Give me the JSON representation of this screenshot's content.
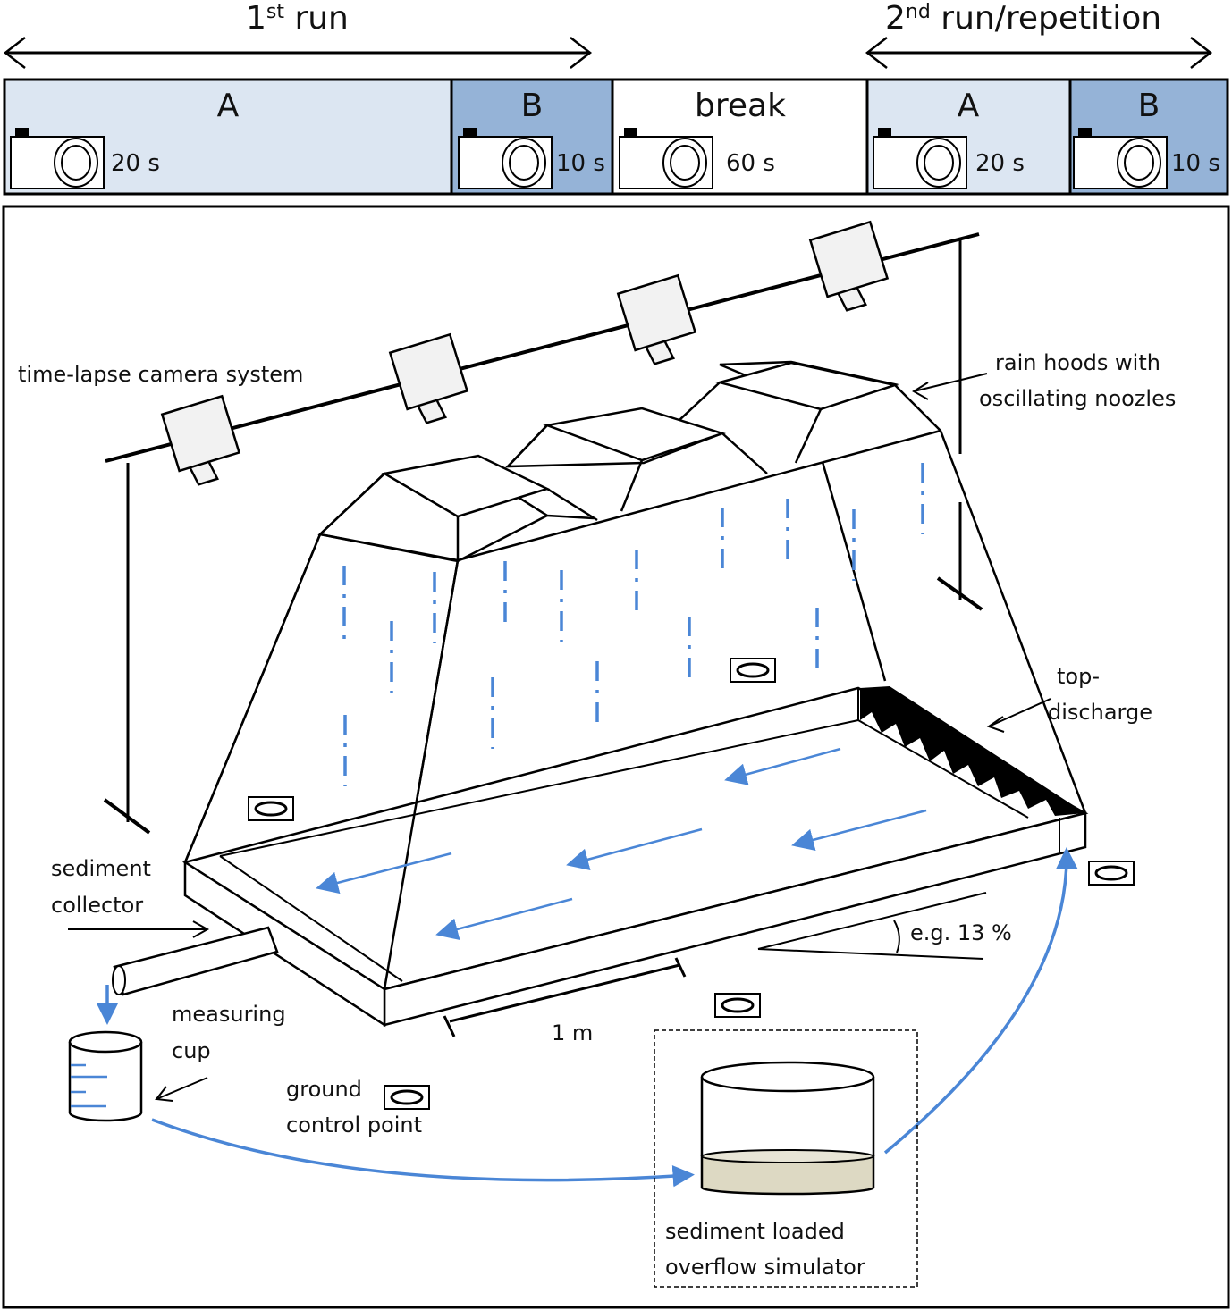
{
  "timeline": {
    "run1_label": "1",
    "run1_sup": "st",
    "run1_suffix": " run",
    "run2_label": "2",
    "run2_sup": "nd",
    "run2_suffix": " run/repetition",
    "phases": [
      {
        "name": "A",
        "duration": "20 s",
        "color": "#dce6f2"
      },
      {
        "name": "B",
        "duration": "10 s",
        "color": "#95b3d7"
      },
      {
        "name": "break",
        "duration": "60 s",
        "color": "#ffffff"
      },
      {
        "name": "A",
        "duration": "20 s",
        "color": "#dce6f2"
      },
      {
        "name": "B",
        "duration": "10 s",
        "color": "#95b3d7"
      }
    ]
  },
  "diagram": {
    "labels": {
      "camera_system": "time-lapse camera system",
      "rain_hoods_1": "rain hoods with",
      "rain_hoods_2": "oscillating noozles",
      "top_discharge_1": "top-",
      "top_discharge_2": "discharge",
      "sediment_collector_1": "sediment",
      "sediment_collector_2": "collector",
      "slope": "e.g. 13 %",
      "measuring_cup_1": "measuring",
      "measuring_cup_2": "cup",
      "scale": "1 m",
      "gcp_1": "ground",
      "gcp_2": "control point",
      "simulator_1": "sediment loaded",
      "simulator_2": "overflow simulator"
    },
    "colors": {
      "water": "#4a86d6",
      "sediment": "#ddd9c3",
      "camera_fill": "#f2f2f2"
    }
  }
}
